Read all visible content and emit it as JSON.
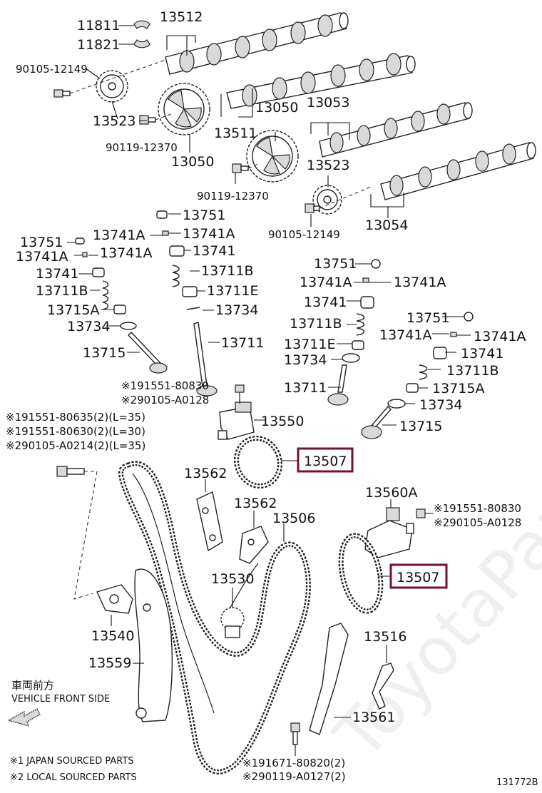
{
  "labels": {
    "l11811": "11811",
    "l11821": "11821",
    "l13512": "13512",
    "l90105a": "90105-12149",
    "l13523a": "13523",
    "l90119a": "90119-12370",
    "l13050a": "13050",
    "l13511": "13511",
    "l13050b": "13050",
    "l13053": "13053",
    "l13523b": "13523",
    "l90119b": "90119-12370",
    "l90105b": "90105-12149",
    "l13054": "13054",
    "l13751a": "13751",
    "l13741Aa": "13741A",
    "l13741Ab": "13741A",
    "l13751b": "13751",
    "l13741Ac": "13741A",
    "l13741Ad": "13741A",
    "l13741a": "13741",
    "l13741b": "13741",
    "l13711Ba": "13711B",
    "l13711Bb": "13711B",
    "l13711Ea": "13711E",
    "l13715Aa": "13715A",
    "l13734a": "13734",
    "l13734b": "13734",
    "l13715a": "13715",
    "l13711a": "13711",
    "l13751c": "13751",
    "l13741Ae": "13741A",
    "l13741Af": "13741A",
    "l13741c": "13741",
    "l13711Bc": "13711B",
    "l13711Eb": "13711E",
    "l13734c": "13734",
    "l13711b": "13711",
    "l13751d": "13751",
    "l13741Ag": "13741A",
    "l13741Ah": "13741A",
    "l13741d": "13741",
    "l13711Bd": "13711B",
    "l13715Ab": "13715A",
    "l13734d": "13734",
    "l13715b": "13715",
    "note1a": "※191551-80830",
    "note1b": "※290105-A0128",
    "l13550": "13550",
    "note2a": "※191551-80635(2)(L=35)",
    "note2b": "※191551-80630(2)(L=30)",
    "note2c": "※290105-A0214(2)(L=35)",
    "l13507a": "13507",
    "l13562a": "13562",
    "l13562b": "13562",
    "l13506": "13506",
    "l13560A": "13560A",
    "note3a": "※191551-80830",
    "note3b": "※290105-A0128",
    "l13507b": "13507",
    "l13530": "13530",
    "l13540": "13540",
    "l13516": "13516",
    "l13559": "13559",
    "front_jp": "車両前方",
    "front_en": "VEHICLE FRONT SIDE",
    "l13561": "13561",
    "note4a": "※191671-80820(2)",
    "note4b": "※290119-A0127(2)",
    "legend1": "※1 JAPAN SOURCED PARTS",
    "legend2": "※2 LOCAL SOURCED PARTS",
    "figure_code": "131772B",
    "watermark": "ToyotaParts.ru"
  },
  "colors": {
    "highlight": "#7a0e2b",
    "ink": "#111111",
    "background": "#ffffff"
  }
}
